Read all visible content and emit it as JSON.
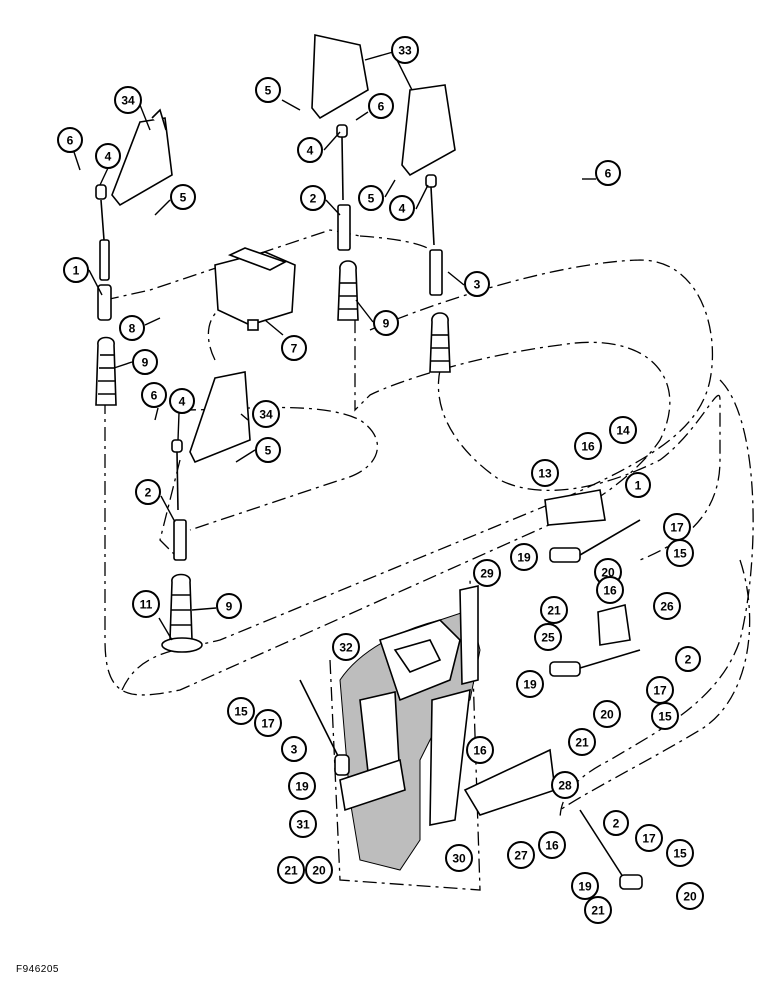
{
  "figure_code": "F946205",
  "callouts": [
    {
      "id": "c34a",
      "label": "34"
    },
    {
      "id": "c6a",
      "label": "6"
    },
    {
      "id": "c4a",
      "label": "4"
    },
    {
      "id": "c5a",
      "label": "5"
    },
    {
      "id": "c1a",
      "label": "1"
    },
    {
      "id": "c8",
      "label": "8"
    },
    {
      "id": "c7",
      "label": "7"
    },
    {
      "id": "c9a",
      "label": "9"
    },
    {
      "id": "c6b",
      "label": "6"
    },
    {
      "id": "c4b",
      "label": "4"
    },
    {
      "id": "c34b",
      "label": "34"
    },
    {
      "id": "c5b",
      "label": "5"
    },
    {
      "id": "c2a",
      "label": "2"
    },
    {
      "id": "c11",
      "label": "11"
    },
    {
      "id": "c9b",
      "label": "9"
    },
    {
      "id": "c33",
      "label": "33"
    },
    {
      "id": "c5c",
      "label": "5"
    },
    {
      "id": "c6c",
      "label": "6"
    },
    {
      "id": "c4c",
      "label": "4"
    },
    {
      "id": "c2b",
      "label": "2"
    },
    {
      "id": "c9c",
      "label": "9"
    },
    {
      "id": "c6d",
      "label": "6"
    },
    {
      "id": "c5d",
      "label": "5"
    },
    {
      "id": "c4d",
      "label": "4"
    },
    {
      "id": "c3a",
      "label": "3"
    },
    {
      "id": "c16a",
      "label": "16"
    },
    {
      "id": "c14",
      "label": "14"
    },
    {
      "id": "c13",
      "label": "13"
    },
    {
      "id": "c1b",
      "label": "1"
    },
    {
      "id": "c17a",
      "label": "17"
    },
    {
      "id": "c15a",
      "label": "15"
    },
    {
      "id": "c19a",
      "label": "19"
    },
    {
      "id": "c20a",
      "label": "20"
    },
    {
      "id": "c21a",
      "label": "21"
    },
    {
      "id": "c16b",
      "label": "16"
    },
    {
      "id": "c29",
      "label": "29"
    },
    {
      "id": "c26",
      "label": "26"
    },
    {
      "id": "c25",
      "label": "25"
    },
    {
      "id": "c2c",
      "label": "2"
    },
    {
      "id": "c32",
      "label": "32"
    },
    {
      "id": "c19b",
      "label": "19"
    },
    {
      "id": "c17b",
      "label": "17"
    },
    {
      "id": "c15b",
      "label": "15"
    },
    {
      "id": "c15c",
      "label": "15"
    },
    {
      "id": "c17c",
      "label": "17"
    },
    {
      "id": "c20b",
      "label": "20"
    },
    {
      "id": "c21b",
      "label": "21"
    },
    {
      "id": "c3b",
      "label": "3"
    },
    {
      "id": "c16c",
      "label": "16"
    },
    {
      "id": "c28",
      "label": "28"
    },
    {
      "id": "c19c",
      "label": "19"
    },
    {
      "id": "c31",
      "label": "31"
    },
    {
      "id": "c2d",
      "label": "2"
    },
    {
      "id": "c17d",
      "label": "17"
    },
    {
      "id": "c15d",
      "label": "15"
    },
    {
      "id": "c16d",
      "label": "16"
    },
    {
      "id": "c27",
      "label": "27"
    },
    {
      "id": "c30",
      "label": "30"
    },
    {
      "id": "c21c",
      "label": "21"
    },
    {
      "id": "c20c",
      "label": "20"
    },
    {
      "id": "c19d",
      "label": "19"
    },
    {
      "id": "c20d",
      "label": "20"
    },
    {
      "id": "c21d",
      "label": "21"
    }
  ]
}
